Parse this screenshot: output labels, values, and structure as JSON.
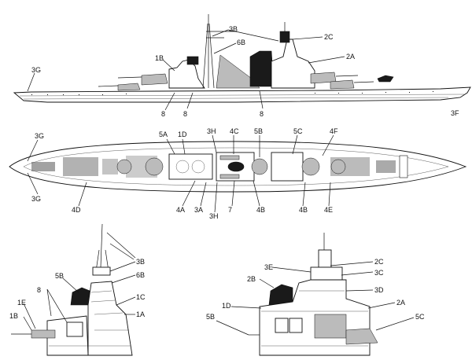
{
  "profile_labels": {
    "l3B": "3B",
    "l2C": "2C",
    "l6B": "6B",
    "l1B": "1B",
    "l2A": "2A",
    "l3G": "3G",
    "l8a": "8",
    "l8b": "8",
    "l8c": "8",
    "l3F": "3F"
  },
  "plan_labels": {
    "l3G_top": "3G",
    "l5A": "5A",
    "l1D": "1D",
    "l3H_top": "3H",
    "l4C": "4C",
    "l5B": "5B",
    "l5C": "5C",
    "l4F": "4F",
    "l3G_bot": "3G",
    "l4D": "4D",
    "l4A": "4A",
    "l3A": "3A",
    "l3H_bot": "3H",
    "l7": "7",
    "l4B_a": "4B",
    "l4B_b": "4B",
    "l4E": "4E"
  },
  "detail_left_labels": {
    "l3B": "3B",
    "l5B": "5B",
    "l6B": "6B",
    "l8": "8",
    "l1C": "1C",
    "l1E": "1E",
    "l1A": "1A",
    "l1B": "1B"
  },
  "detail_right_labels": {
    "l2C": "2C",
    "l3E": "3E",
    "l3C": "3C",
    "l2B": "2B",
    "l3D": "3D",
    "l2A": "2A",
    "l1D": "1D",
    "l5B": "5B",
    "l5C": "5C"
  }
}
